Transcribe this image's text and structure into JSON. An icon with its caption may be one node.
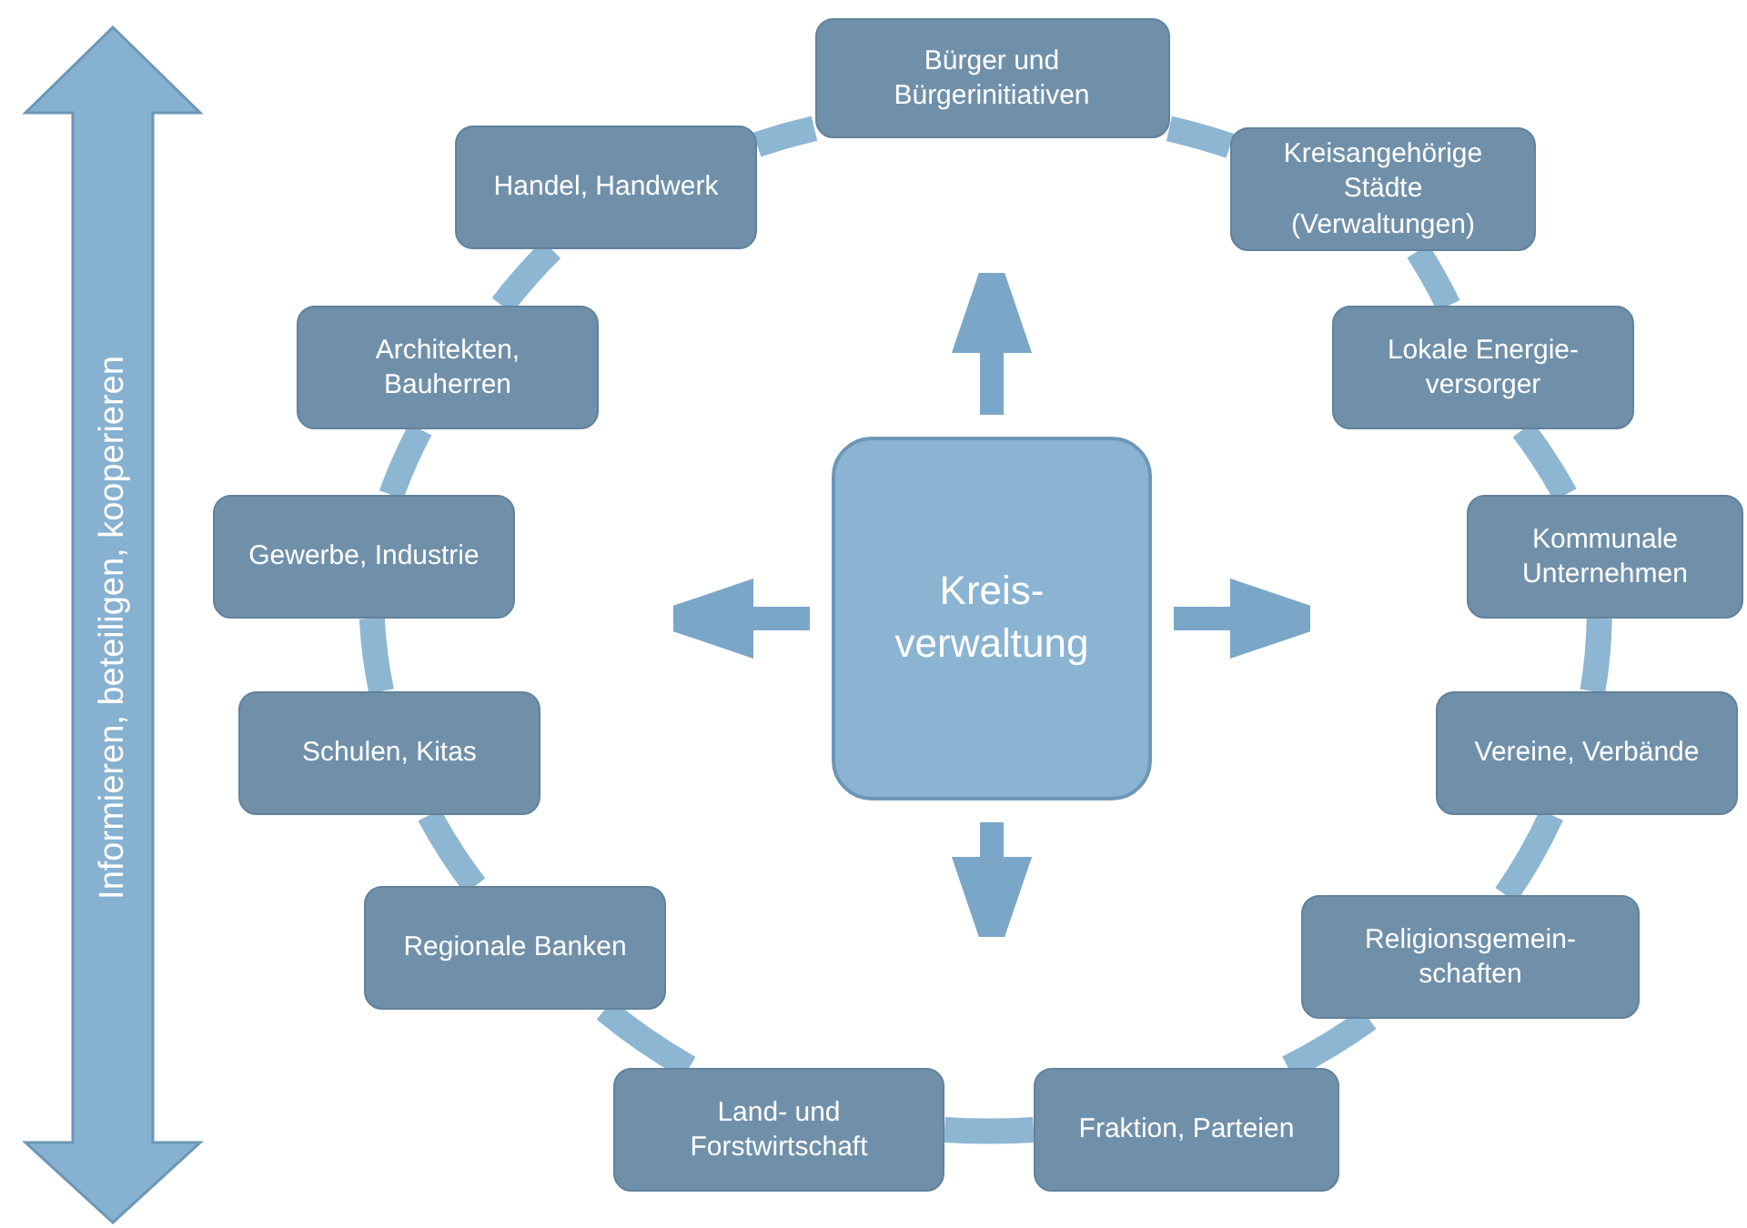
{
  "diagram": {
    "nodes": [
      {
        "text": [
          "Bürger und Bürgerinitiativen"
        ]
      },
      {
        "text": [
          "Kreisangehörige Städte (Verwaltungen)"
        ]
      },
      {
        "text": [
          "Lokale Energie- versorger"
        ]
      },
      {
        "text": [
          "Kommunale Unternehmen"
        ]
      },
      {
        "text": [
          "Vereine, Verbände"
        ]
      },
      {
        "text": [
          "Religionsgemein- schaften"
        ]
      },
      {
        "text": [
          "Fraktion, Parteien"
        ]
      },
      {
        "text": [
          "Land- und Forstwirtschaft"
        ]
      },
      {
        "text": [
          "Regionale Banken"
        ]
      },
      {
        "text": [
          "Schulen, Kitas"
        ]
      },
      {
        "text": [
          "Gewerbe, Industrie"
        ]
      },
      {
        "text": [
          "Architekten, Bauherren"
        ]
      },
      {
        "text": [
          "Handel, Handwerk"
        ]
      },
      {
        "text": [
          "Kreis- verwaltung"
        ]
      }
    ],
    "edges": [
      {
        "from": 0,
        "to": 1,
        "arrow": "none"
      },
      {
        "from": 1,
        "to": 2,
        "arrow": "none"
      },
      {
        "from": 2,
        "to": 3,
        "arrow": "none"
      },
      {
        "from": 3,
        "to": 4,
        "arrow": "none"
      },
      {
        "from": 4,
        "to": 5,
        "arrow": "none"
      },
      {
        "from": 5,
        "to": 6,
        "arrow": "none"
      },
      {
        "from": 6,
        "to": 7,
        "arrow": "none"
      },
      {
        "from": 7,
        "to": 8,
        "arrow": "none"
      },
      {
        "from": 8,
        "to": 9,
        "arrow": "none"
      },
      {
        "from": 9,
        "to": 10,
        "arrow": "none"
      },
      {
        "from": 10,
        "to": 11,
        "arrow": "none"
      },
      {
        "from": 11,
        "to": 12,
        "arrow": "none"
      },
      {
        "from": 12,
        "to": 0,
        "arrow": "none"
      },
      {
        "from": 13,
        "to": null,
        "arrow": "to"
      },
      {
        "from": 13,
        "to": null,
        "arrow": "to"
      },
      {
        "from": 13,
        "to": null,
        "arrow": "to"
      },
      {
        "from": 13,
        "to": null,
        "arrow": "to"
      }
    ],
    "labels": [
      "Informieren, beteiligen, kooperieren"
    ]
  }
}
